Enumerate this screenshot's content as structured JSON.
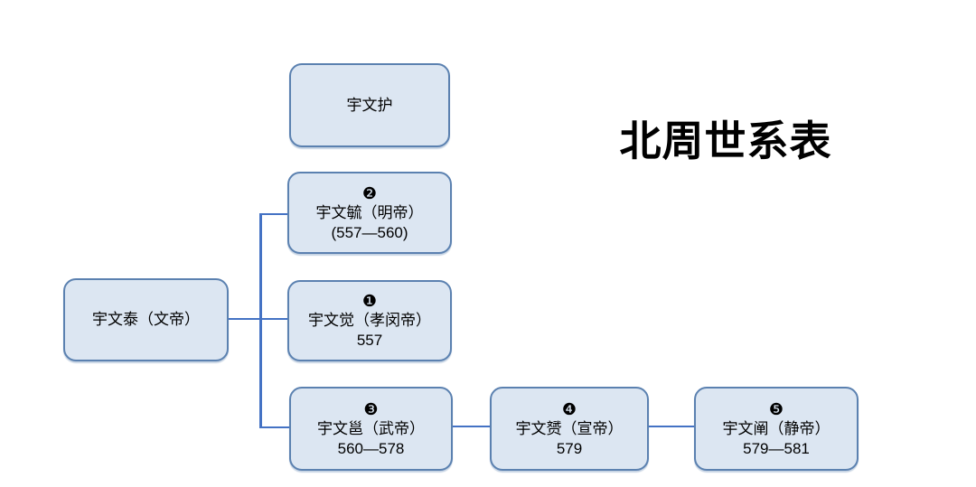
{
  "title": "北周世系表",
  "colors": {
    "box_fill": "#dce6f2",
    "box_border": "#5b81b0",
    "connector": "#4472c4",
    "title_text": "#000000"
  },
  "nodes": {
    "yuwenhu": {
      "name": "宇文护"
    },
    "yuwentai": {
      "name": "宇文泰（文帝）"
    },
    "mingdi": {
      "marker": "❷",
      "name": "宇文毓（明帝）",
      "dates": "(557—560)"
    },
    "xiaomindi": {
      "marker": "❶",
      "name": "宇文觉（孝闵帝）",
      "dates": "557"
    },
    "wudi": {
      "marker": "❸",
      "name": "宇文邕（武帝）",
      "dates": "560—578"
    },
    "xuandi": {
      "marker": "❹",
      "name": "宇文赟（宣帝）",
      "dates": "579"
    },
    "jingdi": {
      "marker": "❺",
      "name": "宇文阐（静帝）",
      "dates": "579—581"
    }
  }
}
